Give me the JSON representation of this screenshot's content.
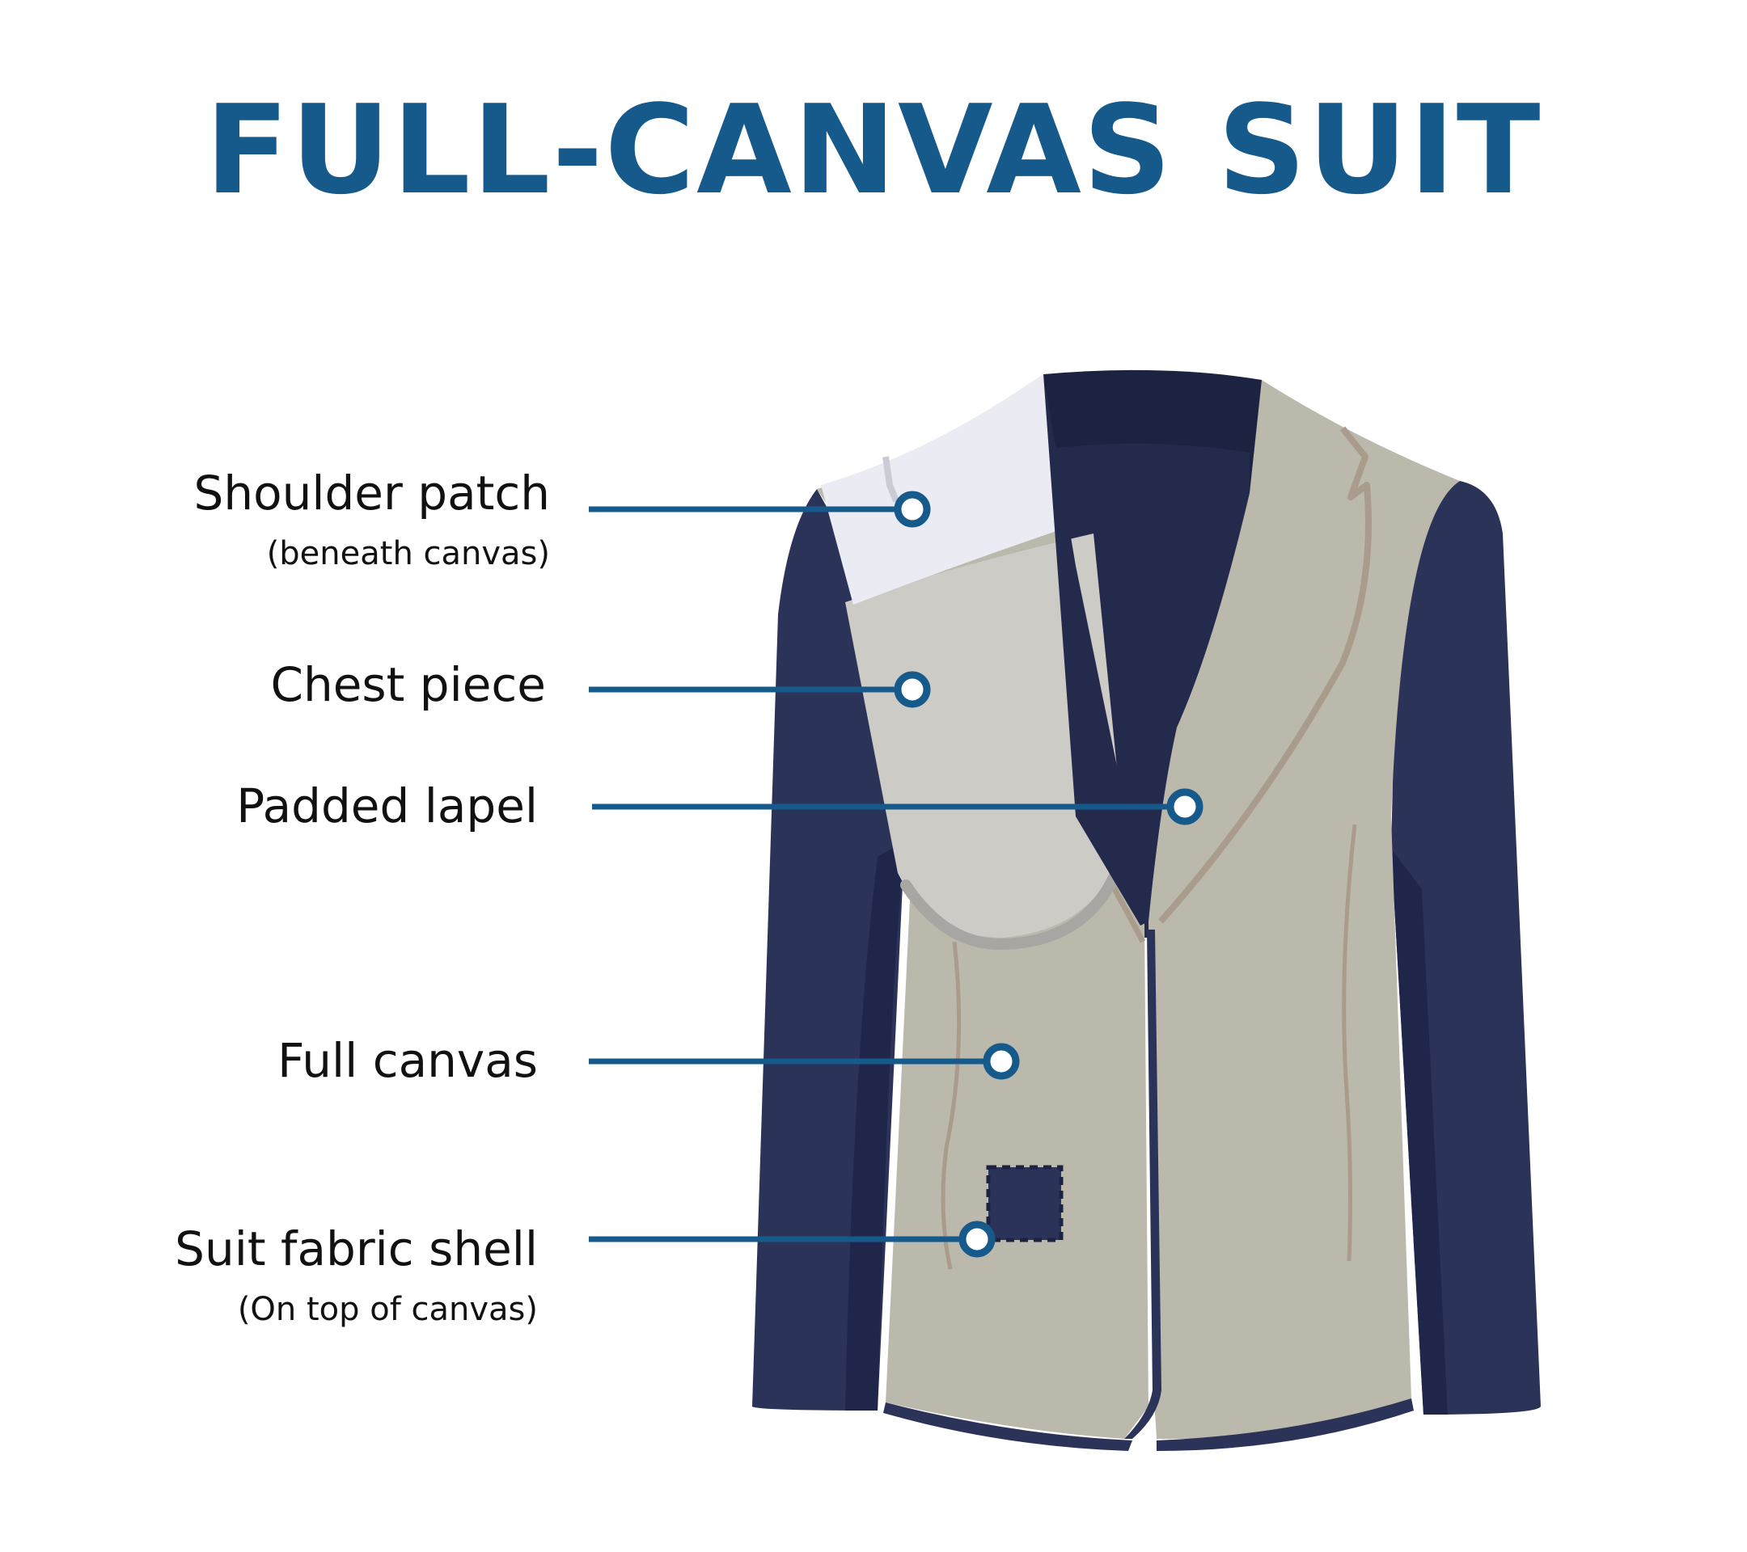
{
  "title": "FULL-CANVAS SUIT",
  "colors": {
    "title": "#165a8c",
    "leader_line": "#165a8c",
    "suit_navy": "#2c3359",
    "suit_navy_dark": "#20264a",
    "canvas_tan": "#bbb8ac",
    "chest_piece": "#cdcbc6",
    "shoulder_patch": "#ebebf3",
    "stitch": "#a99c8d"
  },
  "labels": {
    "shoulder_patch": {
      "main": "Shoulder patch",
      "sub": "(beneath canvas)"
    },
    "chest_piece": {
      "main": "Chest piece"
    },
    "padded_lapel": {
      "main": "Padded lapel"
    },
    "full_canvas": {
      "main": "Full canvas"
    },
    "suit_fabric_shell": {
      "main": "Suit fabric shell",
      "sub": "(On top of canvas)"
    }
  },
  "icons": [
    "suit-jacket-illustration",
    "marker-dot"
  ]
}
